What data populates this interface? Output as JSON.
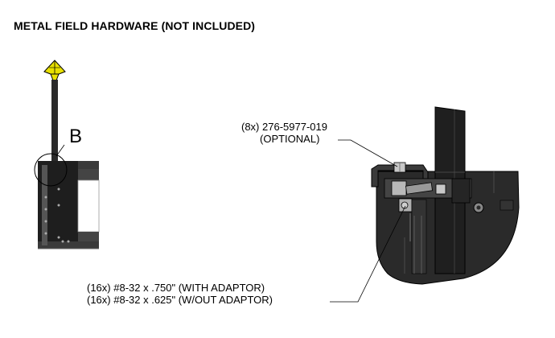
{
  "title": "METAL FIELD HARDWARE (NOT INCLUDED)",
  "detail_label": "B",
  "callouts": {
    "optional_part_line1": "(8x) 276-5977-019",
    "optional_part_line2": "(OPTIONAL)",
    "screw_with_adaptor": "(16x) #8-32 x .750\" (WITH ADAPTOR)",
    "screw_without_adaptor": "(16x) #8-32 x .625\" (W/OUT ADAPTOR)"
  },
  "colors": {
    "tip_yellow": "#e8e000",
    "dark_part": "#2a2a2a",
    "mid_gray": "#5a5a5a",
    "light_gray": "#c8c8c8"
  }
}
